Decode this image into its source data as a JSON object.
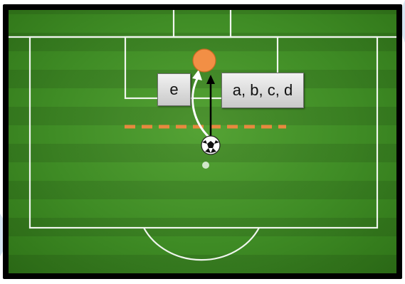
{
  "labels": {
    "left_box": "e",
    "right_box": "a, b, c, d"
  },
  "colors": {
    "pitch_green": "#46952b",
    "line_white": "#ffffff",
    "player_orange": "#f28f45",
    "dashed_line_orange": "#e8893f",
    "frame_black": "#000000"
  },
  "icons": {
    "player": "orange-circle",
    "ball": "soccer-ball-icon",
    "penalty_spot": "penalty-spot"
  }
}
